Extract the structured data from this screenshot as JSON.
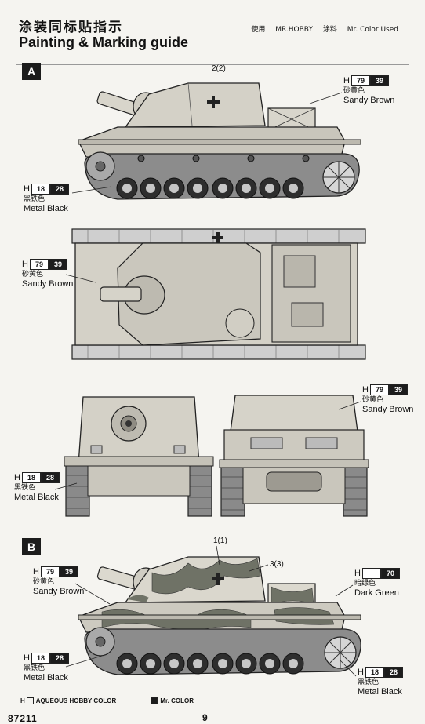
{
  "header": {
    "title_cn": "涂装同标贴指示",
    "title_en": "Painting & Marking guide",
    "used_cn": "使用",
    "used_mrhobby": "MR.HOBBY",
    "used_cn2": "涂料",
    "used_mrcolor": "Mr. Color Used"
  },
  "section_a": {
    "letter": "A",
    "marker_top": "2(2)",
    "callouts": {
      "side_sandy": {
        "h": "H",
        "hobby": "79",
        "mr": "39",
        "cn": "砂黄色",
        "en": "Sandy Brown"
      },
      "side_black": {
        "h": "H",
        "hobby": "18",
        "mr": "28",
        "cn": "黑铁色",
        "en": "Metal  Black"
      },
      "top_sandy": {
        "h": "H",
        "hobby": "79",
        "mr": "39",
        "cn": "砂黄色",
        "en": "Sandy Brown"
      },
      "rear_sandy": {
        "h": "H",
        "hobby": "79",
        "mr": "39",
        "cn": "砂黄色",
        "en": "Sandy Brown"
      },
      "front_black": {
        "h": "H",
        "hobby": "18",
        "mr": "28",
        "cn": "黑铁色",
        "en": "Metal  Black"
      }
    }
  },
  "section_b": {
    "letter": "B",
    "marker_top": "1(1)",
    "marker_side": "3(3)",
    "callouts": {
      "sandy": {
        "h": "H",
        "hobby": "79",
        "mr": "39",
        "cn": "砂黄色",
        "en": "Sandy Brown"
      },
      "green": {
        "h": "H",
        "hobby": "",
        "mr": "70",
        "cn": "暗绿色",
        "en": "Dark Green"
      },
      "black_left": {
        "h": "H",
        "hobby": "18",
        "mr": "28",
        "cn": "黑铁色",
        "en": "Metal  Black"
      },
      "black_right": {
        "h": "H",
        "hobby": "18",
        "mr": "28",
        "cn": "黑铁色",
        "en": "Metal  Black"
      }
    }
  },
  "legend": {
    "aqueous": "AQUEOUS HOBBY COLOR",
    "mrcolor": "Mr. COLOR"
  },
  "footer": {
    "code": "87211",
    "page": "9"
  },
  "colors": {
    "sandy": "#d9d6cc",
    "hull": "#c9c6bc",
    "dark_green": "#6f7266",
    "metal_black": "#3a3a3a"
  }
}
